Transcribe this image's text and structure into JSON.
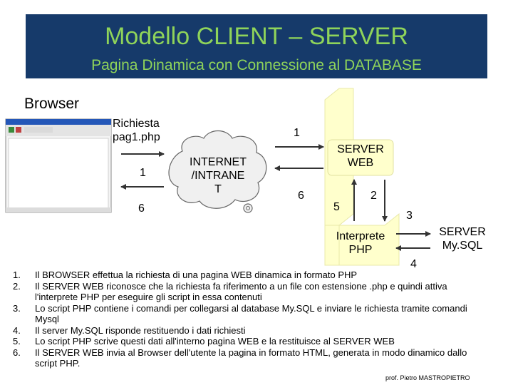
{
  "banner": {
    "title": "Modello CLIENT – SERVER",
    "subtitle": "Pagina Dinamica con Connessione al DATABASE"
  },
  "colors": {
    "banner_bg": "#163a6a",
    "banner_text": "#8fd45a",
    "server_zone": "#ffffcc"
  },
  "diagram": {
    "browser_label": "Browser",
    "request_label": [
      "Richiesta",
      "pag1.php"
    ],
    "internet_label": [
      "INTERNET",
      "/INTRANE",
      "T"
    ],
    "server_web_label": [
      "SERVER",
      "WEB"
    ],
    "interprete_label": [
      "Interprete",
      "PHP"
    ],
    "server_mysql_label": [
      "SERVER",
      "My.SQL"
    ],
    "step_numbers": {
      "req_browser": "1",
      "req_internet": "1",
      "resp_browser": "6",
      "resp_internet": "6",
      "to_interp": "2",
      "to_mysql": "3",
      "from_mysql": "4",
      "to_web": "5"
    }
  },
  "steps": [
    {
      "n": "1.",
      "text": "Il BROWSER effettua la richiesta di una pagina WEB dinamica in formato PHP"
    },
    {
      "n": "2.",
      "text": "Il SERVER WEB riconosce che la richiesta fa riferimento a un file con estensione .php e quindi attiva l'interprete PHP per eseguire gli script in essa contenuti"
    },
    {
      "n": "3.",
      "text": "Lo script PHP contiene i comandi per collegarsi al database My.SQL e inviare le richiesta tramite comandi Mysql"
    },
    {
      "n": "4.",
      "text": "Il server My.SQL risponde restituendo i dati richiesti"
    },
    {
      "n": "5.",
      "text": "Lo script PHP scrive questi dati all'interno pagina WEB e la restituisce al SERVER WEB"
    },
    {
      "n": "6.",
      "text": "Il SERVER WEB invia al Browser dell'utente la pagina in formato HTML, generata in modo dinamico dallo script PHP."
    }
  ],
  "credit": "prof. Pietro MASTROPIETRO"
}
